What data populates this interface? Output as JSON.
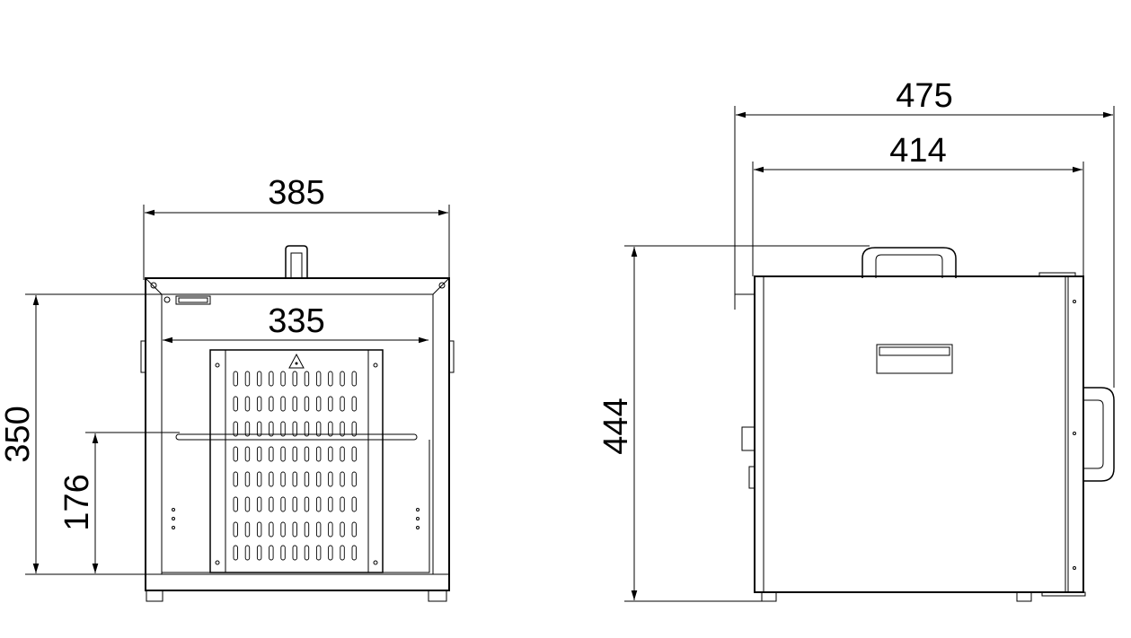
{
  "dimensions": {
    "front_width_outer": "385",
    "front_width_inner": "335",
    "front_height": "350",
    "front_shelf_height": "176",
    "side_total_width": "475",
    "side_body_width": "414",
    "side_height": "444"
  },
  "colors": {
    "line": "#000000",
    "background": "#ffffff"
  }
}
